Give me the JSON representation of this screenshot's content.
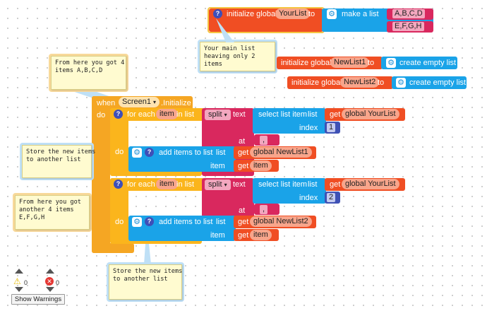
{
  "blocks": {
    "init_yourlist": {
      "keyword": "initialize global",
      "name": "YourList",
      "to": "to"
    },
    "make_a_list": {
      "label": "make a list",
      "items": [
        "A,B,C,D",
        "E,F,G,H"
      ]
    },
    "init_newlist1": {
      "keyword": "initialize global",
      "name": "NewList1",
      "to": "to",
      "value": "create empty list"
    },
    "init_newlist2": {
      "keyword": "initialize global",
      "name": "NewList2",
      "to": "to",
      "value": "create empty list"
    },
    "event": {
      "when": "when",
      "component": "Screen1",
      "event": ".Initialize",
      "do": "do"
    },
    "loop1": {
      "for_each": "for each",
      "var": "item",
      "in_list": "in list",
      "do": "do",
      "split": "split",
      "text": "text",
      "at": "at",
      "sep": ",",
      "select": "select list item",
      "list_kw": "list",
      "index_kw": "index",
      "get": "get",
      "src": "global YourList",
      "index": "1",
      "add": "add items to list",
      "list2_kw": "list",
      "target": "global NewList1",
      "item_kw": "item",
      "item_var": "item"
    },
    "loop2": {
      "for_each": "for each",
      "var": "item",
      "in_list": "in list",
      "do": "do",
      "split": "split",
      "text": "text",
      "at": "at",
      "sep": ",",
      "select": "select list item",
      "list_kw": "list",
      "index_kw": "index",
      "get": "get",
      "src": "global YourList",
      "index": "2",
      "add": "add items to list",
      "list2_kw": "list",
      "target": "global NewList2",
      "item_kw": "item",
      "item_var": "item"
    }
  },
  "comments": {
    "main_list": "Your main list\nheaving only 2\nitems",
    "got_4_first": "From here you got 4\nitems A,B,C,D",
    "store_first": "Store the new items\nto another list",
    "got_4_second": "From here you got\nanother 4 items\nE,F,G,H",
    "store_second": "Store the new items\nto another list"
  },
  "warnings": {
    "warning_count": "0",
    "error_count": "0",
    "button": "Show Warnings"
  },
  "colors": {
    "event": "#f5a623",
    "variable": "#f04e23",
    "list": "#1aa3e8",
    "text": "#d9285e",
    "math": "#3f51b5"
  }
}
